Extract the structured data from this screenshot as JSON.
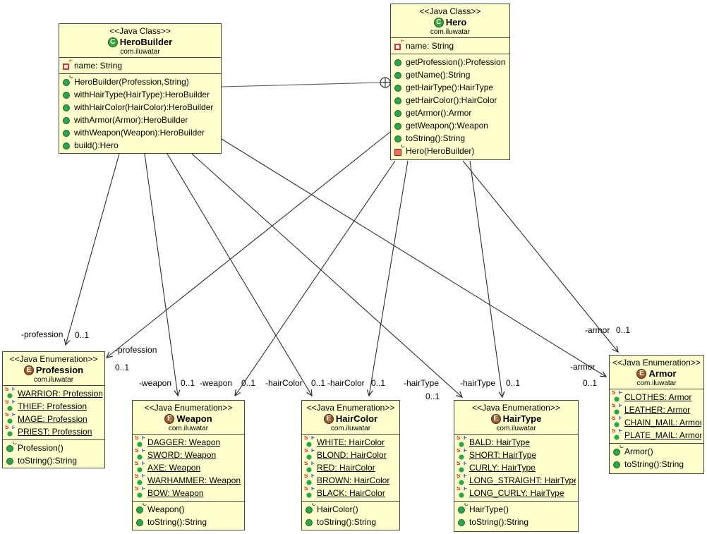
{
  "colors": {
    "box_fill": "#FFFFCE",
    "box_border": "#45453a",
    "line": "#2e2e2e",
    "class_icon": "#3BA43B",
    "enum_icon": "#9A5B2D",
    "method_icon": "#2DA44E",
    "private_red": "#C43B3B",
    "static_s": "#CC2222",
    "final_f": "#2B43C8",
    "final_orange": "#E2621B",
    "ctor_c": "#2F7F2F"
  },
  "icons": {
    "class_badge": "C",
    "enum_badge": "E"
  },
  "classes": {
    "heroBuilder": {
      "stereotype": "<<Java Class>>",
      "name": "HeroBuilder",
      "package": "com.iluwatar",
      "fields": [
        "name: String"
      ],
      "methods": [
        "HeroBuilder(Profession,String)",
        "withHairType(HairType):HeroBuilder",
        "withHairColor(HairColor):HeroBuilder",
        "withArmor(Armor):HeroBuilder",
        "withWeapon(Weapon):HeroBuilder",
        "build():Hero"
      ]
    },
    "hero": {
      "stereotype": "<<Java Class>>",
      "name": "Hero",
      "package": "com.iluwatar",
      "fields": [
        "name: String"
      ],
      "methods": [
        "getProfession():Profession",
        "getName():String",
        "getHairType():HairType",
        "getHairColor():HairColor",
        "getArmor():Armor",
        "getWeapon():Weapon",
        "toString():String",
        "Hero(HeroBuilder)"
      ]
    },
    "profession": {
      "stereotype": "<<Java Enumeration>>",
      "name": "Profession",
      "package": "com.iluwatar",
      "constants": [
        "WARRIOR: Profession",
        "THIEF: Profession",
        "MAGE: Profession",
        "PRIEST: Profession"
      ],
      "methods": [
        "Profession()",
        "toString():String"
      ]
    },
    "weapon": {
      "stereotype": "<<Java Enumeration>>",
      "name": "Weapon",
      "package": "com.iluwatar",
      "constants": [
        "DAGGER: Weapon",
        "SWORD: Weapon",
        "AXE: Weapon",
        "WARHAMMER: Weapon",
        "BOW: Weapon"
      ],
      "methods": [
        "Weapon()",
        "toString():String"
      ]
    },
    "hairColor": {
      "stereotype": "<<Java Enumeration>>",
      "name": "HairColor",
      "package": "com.iluwatar",
      "constants": [
        "WHITE: HairColor",
        "BLOND: HairColor",
        "RED: HairColor",
        "BROWN: HairColor",
        "BLACK: HairColor"
      ],
      "methods": [
        "HairColor()",
        "toString():String"
      ]
    },
    "hairType": {
      "stereotype": "<<Java Enumeration>>",
      "name": "HairType",
      "package": "com.iluwatar",
      "constants": [
        "BALD: HairType",
        "SHORT: HairType",
        "CURLY: HairType",
        "LONG_STRAIGHT: HairType",
        "LONG_CURLY: HairType"
      ],
      "methods": [
        "HairType()",
        "toString():String"
      ]
    },
    "armor": {
      "stereotype": "<<Java Enumeration>>",
      "name": "Armor",
      "package": "com.iluwatar",
      "constants": [
        "CLOTHES: Armor",
        "LEATHER: Armor",
        "CHAIN_MAIL: Armor",
        "PLATE_MAIL: Armor"
      ],
      "methods": [
        "Armor()",
        "toString():String"
      ]
    }
  },
  "edges": [
    {
      "name": "-profession",
      "mult": "0..1"
    },
    {
      "name": "-profession",
      "mult": "0..1"
    },
    {
      "name": "-weapon",
      "mult": "0..1"
    },
    {
      "name": "-weapon",
      "mult": "0..1"
    },
    {
      "name": "-hairColor",
      "mult": "0..1"
    },
    {
      "name": "-hairColor",
      "mult": "0..1"
    },
    {
      "name": "-hairType",
      "mult": "0..1"
    },
    {
      "name": "-hairType",
      "mult": "0..1"
    },
    {
      "name": "-armor",
      "mult": "0..1"
    },
    {
      "name": "-armor",
      "mult": "0..1"
    }
  ]
}
